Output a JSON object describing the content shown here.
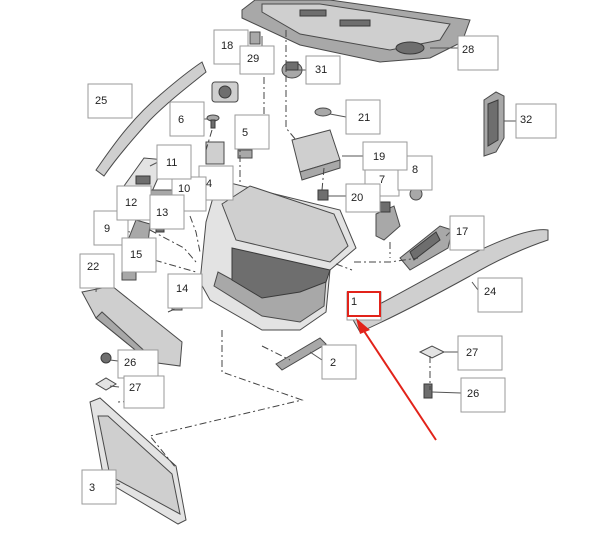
{
  "diagram": {
    "highlight_color": "#e2231a",
    "highlighted_part": "1",
    "callouts": [
      {
        "label": "1"
      },
      {
        "label": "2"
      },
      {
        "label": "3"
      },
      {
        "label": "4"
      },
      {
        "label": "5"
      },
      {
        "label": "6"
      },
      {
        "label": "7"
      },
      {
        "label": "8"
      },
      {
        "label": "9"
      },
      {
        "label": "10"
      },
      {
        "label": "11"
      },
      {
        "label": "12"
      },
      {
        "label": "13"
      },
      {
        "label": "14"
      },
      {
        "label": "15"
      },
      {
        "label": "17"
      },
      {
        "label": "18"
      },
      {
        "label": "19"
      },
      {
        "label": "20"
      },
      {
        "label": "21"
      },
      {
        "label": "22"
      },
      {
        "label": "24"
      },
      {
        "label": "25"
      },
      {
        "label": "26"
      },
      {
        "label": "26"
      },
      {
        "label": "27"
      },
      {
        "label": "27"
      },
      {
        "label": "28"
      },
      {
        "label": "29"
      },
      {
        "label": "31"
      },
      {
        "label": "32"
      }
    ]
  }
}
